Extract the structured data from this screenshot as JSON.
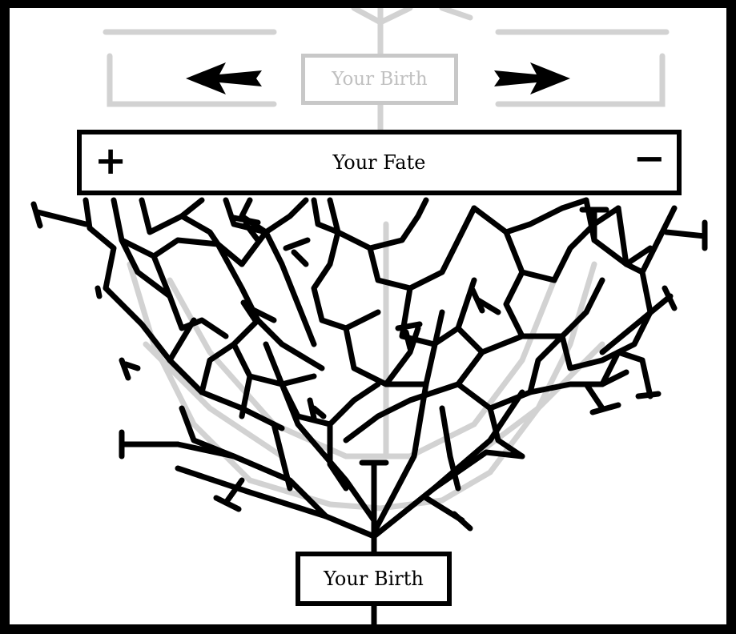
{
  "ghost_birth_label": "Your Birth",
  "fate_label": "Your Fate",
  "plus_symbol": "+",
  "minus_symbol": "−",
  "birth_label": "Your Birth",
  "colors": {
    "ink": "#000000",
    "ghost": "#c8c8c8",
    "background": "#ffffff",
    "frame": "#000000"
  },
  "icons": [
    "arrow-left-icon",
    "arrow-right-icon"
  ]
}
